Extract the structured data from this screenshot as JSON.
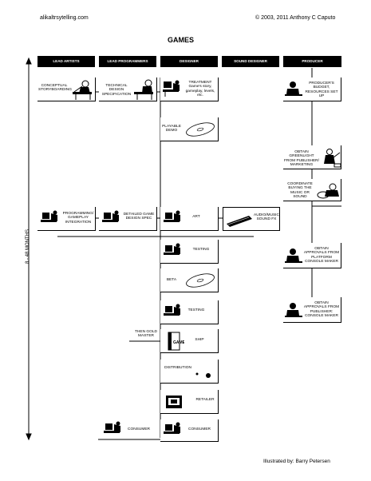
{
  "header": {
    "website": "alikaltrsytelling.com",
    "copyright": "© 2003, 2011 Anthony C Caputo"
  },
  "title": "GAMES",
  "columns": [
    {
      "label": "LEAD ARTISTS"
    },
    {
      "label": "LEAD PROGRAMMERS"
    },
    {
      "label": "DESIGNER"
    },
    {
      "label": "SOUND DESIGNER"
    },
    {
      "label": "PRODUCER"
    }
  ],
  "timeline_label": "8 - 48 MONTHS",
  "steps": {
    "concept": "CONCEPTUAL STORYBOARDING",
    "tech_spec": "TECHNICAL DESIGN SPECIFICATION",
    "treatment": "TREATMENT Game's story, gameplay, levels, etc.",
    "producer_resources": "PRODUCER'S BUDGET, RESOURCES SET UP",
    "playable_demo": "PLAYABLE DEMO",
    "greenlight": "OBTAIN GREENLIGHT FROM PUBLISHER/ MARKETING",
    "coordinate_sound": "COORDINATE BUYING THE MUSIC OR SOUND",
    "programming": "PROGRAMMING/ GAMEPLAY INTEGRATION",
    "detailed_design": "DETAILED GAME DESIGN SPEC",
    "art": "ART",
    "audio": "AUDIO/MUSIC SOUND FX",
    "approvals_console": "OBTAIN APPROVALS FROM PLATFORM CONSOLE MAKER",
    "testing1": "TESTING",
    "beta": "BETA",
    "approvals_publisher": "OBTAIN APPROVALS FROM PUBLISHER: CONSOLE MAKER",
    "testing2": "TESTING",
    "gold_master": "THEN GOLD MASTER",
    "ship": "SHIP",
    "distribution": "DISTRIBUTION",
    "retailer": "RETAILER",
    "consumer_left": "CONSUMER",
    "consumer_right": "CONSUMER"
  },
  "footer": {
    "illustrated_by": "Illustrated by: Barry Petersen"
  }
}
